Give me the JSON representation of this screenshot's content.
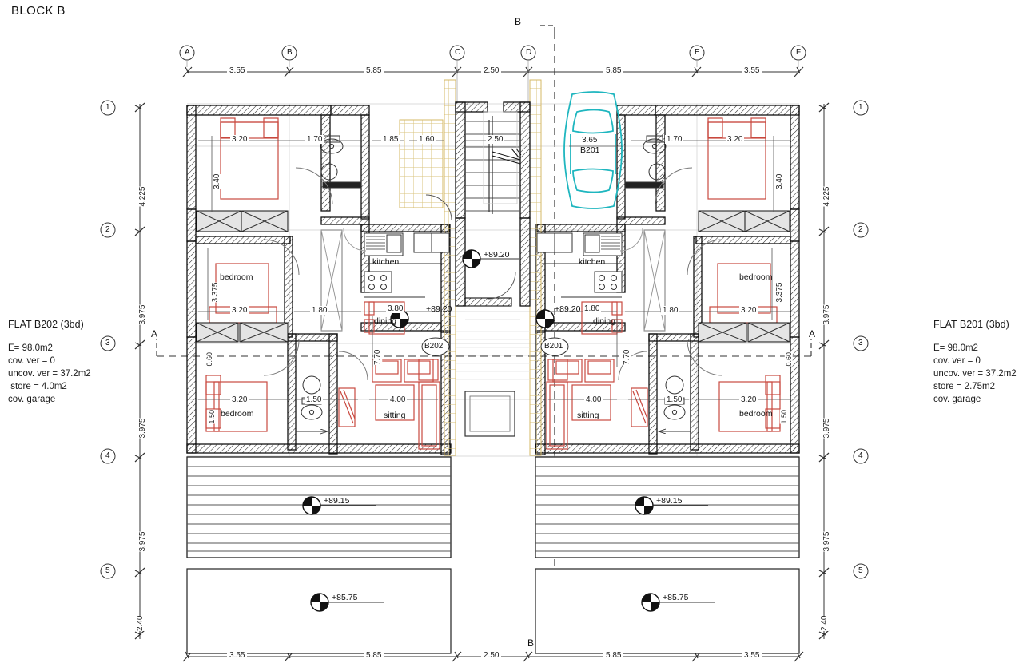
{
  "drawing": {
    "title": "BLOCK B",
    "type": "architectural-floor-plan"
  },
  "flats": {
    "left": {
      "title": "FLAT  B202   (3bd)",
      "lines": [
        "E= 98.0m2",
        "cov. ver = 0",
        "uncov. ver = 37.2m2",
        " store = 4.0m2",
        "cov. garage"
      ]
    },
    "right": {
      "title": "FLAT  B201   (3bd)",
      "lines": [
        "E= 98.0m2",
        "cov. ver = 0",
        "uncov. ver = 37.2m2",
        "store = 2.75m2",
        "cov. garage"
      ]
    }
  },
  "grid": {
    "columns": [
      "A",
      "B",
      "C",
      "D",
      "E",
      "F"
    ],
    "rows": [
      "1",
      "2",
      "3",
      "4",
      "5"
    ],
    "top_dims": [
      "3.55",
      "5.85",
      "2.50",
      "5.85",
      "3.55"
    ],
    "bottom_dims": [
      "3.55",
      "5.85",
      "2.50",
      "5.85",
      "3.55"
    ],
    "left_dims": [
      "4.225",
      "3.975",
      "3.975",
      "3.975",
      "2.40"
    ],
    "right_dims": [
      "4.225",
      "3.975",
      "3.975",
      "3.975",
      "2.40"
    ]
  },
  "sections": {
    "a_left": "A",
    "a_right": "A",
    "b_top": "B",
    "b_bottom": "B"
  },
  "rooms": {
    "left": {
      "bedroom_top_label": "",
      "bedroom_mid_label": "bedroom",
      "bedroom_bot_label": "bedroom",
      "kitchen": "kitchen",
      "dining": "dining",
      "sitting": "sitting",
      "flat_tag": "B202"
    },
    "right": {
      "bedroom_mid_label": "bedroom",
      "bedroom_bot_label": "bedroom",
      "kitchen": "kitchen",
      "dining": "dining",
      "sitting": "sitting",
      "flat_tag": "B201"
    }
  },
  "interior_dims": {
    "left": {
      "bed_top_w": "3.20",
      "bed_top_h": "3.40",
      "bath_top_w": "1.70",
      "corridor_w": "1.85",
      "bed_mid_w": "3.20",
      "bed_mid_h": "3.375",
      "hall_w": "1.80",
      "dining_w": "3.80",
      "bed_bot_w": "3.20",
      "bath_bot_w": "1.50",
      "sitting_w": "4.00",
      "depth": "7.70",
      "wardrobe_d": "0.60",
      "bath_bot_d": "1.50"
    },
    "right": {
      "bed_top_w": "3.20",
      "bed_top_h": "3.40",
      "bath_top_w": "1.70",
      "bed_mid_w": "3.20",
      "bed_mid_h": "3.375",
      "hall_w": "1.80",
      "dining_w": "1.80",
      "bed_bot_w": "3.20",
      "bath_bot_w": "1.50",
      "sitting_w": "4.00",
      "depth": "7.70",
      "wardrobe_d": "0.60",
      "bath_bot_d": "1.50"
    },
    "stair_w": "1.60",
    "stair_run": "2.50"
  },
  "garage": {
    "label": "B201",
    "width_dim": "3.65"
  },
  "levels": {
    "stair_landing": "+89.20",
    "left_dining": "+89.20",
    "right_dining": "+89.20",
    "left_terrace": "+89.15",
    "right_terrace": "+89.15",
    "left_lower": "+85.75",
    "right_lower": "+85.75"
  },
  "colors": {
    "furniture": "#c9493f",
    "car": "#1fb6bf",
    "highlight": "#e8d9a8",
    "wall": "#1a1a1a",
    "dim": "#333333"
  }
}
